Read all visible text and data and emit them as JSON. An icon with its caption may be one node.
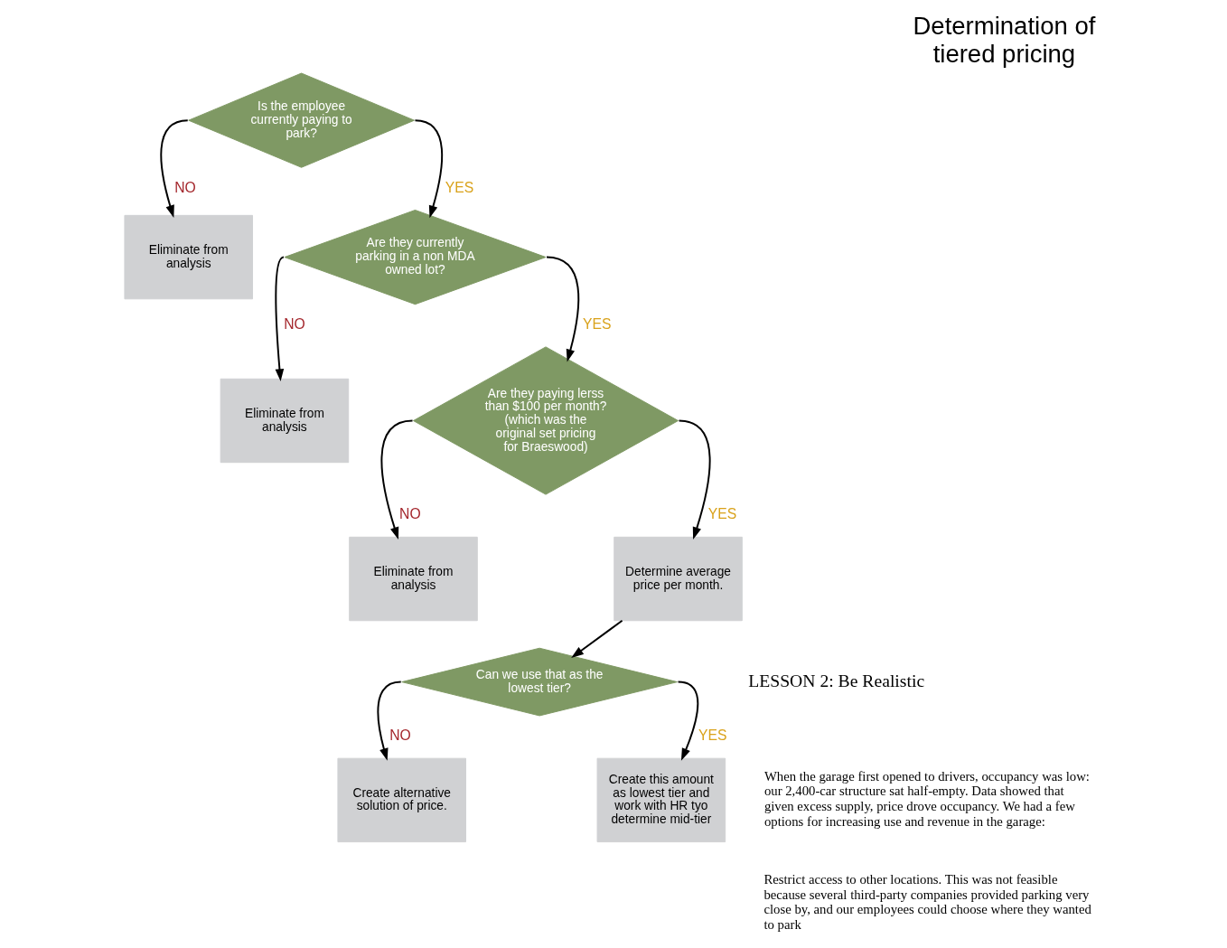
{
  "diagram": {
    "title": "Determination of tiered pricing",
    "nodes": [
      {
        "text": [
          "Is the employee currently paying to park?"
        ]
      },
      {
        "text": [
          "Eliminate from analysis"
        ]
      },
      {
        "text": [
          "Are they currently parking in a non MDA owned lot?"
        ]
      },
      {
        "text": [
          "Eliminate from analysis"
        ]
      },
      {
        "text": [
          "Are they paying lerss than $100 per month? (which was the original set pricing for Braeswood)"
        ]
      },
      {
        "text": [
          "Eliminate from analysis"
        ]
      },
      {
        "text": [
          "Determine average price per month."
        ]
      },
      {
        "text": [
          "Can we use that as the lowest tier?"
        ]
      },
      {
        "text": [
          "Create alternative solution of price."
        ]
      },
      {
        "text": [
          "Create this amount as lowest tier and work with HR tyo determine mid-tier"
        ]
      }
    ],
    "edges": [
      {
        "from": 0,
        "to": 1,
        "arrow": "to",
        "label": "NO"
      },
      {
        "from": 0,
        "to": 2,
        "arrow": "to",
        "label": "YES"
      },
      {
        "from": 2,
        "to": 3,
        "arrow": "to",
        "label": "NO"
      },
      {
        "from": 2,
        "to": 4,
        "arrow": "to",
        "label": "YES"
      },
      {
        "from": 4,
        "to": 5,
        "arrow": "to",
        "label": "NO"
      },
      {
        "from": 4,
        "to": 6,
        "arrow": "to",
        "label": "YES"
      },
      {
        "from": 6,
        "to": 7,
        "arrow": "to"
      },
      {
        "from": 7,
        "to": 8,
        "arrow": "to",
        "label": "NO"
      },
      {
        "from": 7,
        "to": 9,
        "arrow": "to",
        "label": "YES"
      }
    ],
    "labels": [
      "LESSON 2: Be Realistic",
      "When the garage first opened to drivers, occupancy was low: our 2,400-car structure sat half-empty. Data showed that given excess supply, price drove occupancy. We had a few options for increasing use and revenue in the garage:",
      "Restrict access to other locations. This was not feasible because several third-party companies provided parking very close by, and our employees could choose where they wanted to park"
    ]
  }
}
